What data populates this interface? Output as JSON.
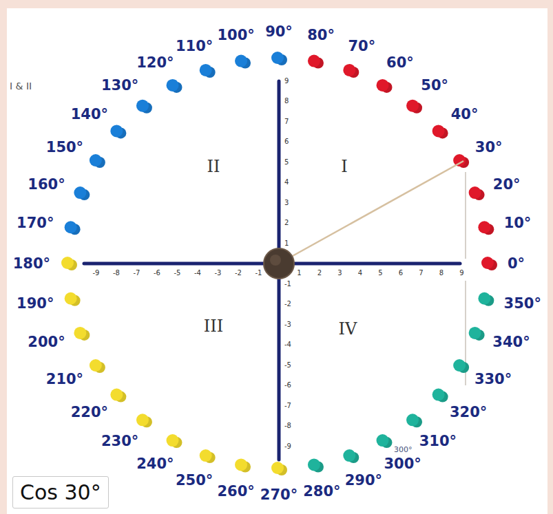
{
  "diagram": {
    "nodes": [
      {
        "text": [
          "Cos 30°"
        ]
      }
    ],
    "labels": [
      "0°",
      "10°",
      "20°",
      "30°",
      "40°",
      "50°",
      "60°",
      "70°",
      "80°",
      "90°",
      "100°",
      "110°",
      "120°",
      "130°",
      "140°",
      "150°",
      "160°",
      "170°",
      "180°",
      "190°",
      "200°",
      "210°",
      "220°",
      "230°",
      "240°",
      "250°",
      "260°",
      "270°",
      "280°",
      "290°",
      "300°",
      "310°",
      "320°",
      "330°",
      "340°",
      "350°",
      "300°",
      "I",
      "II",
      "III",
      "IV",
      "I & II",
      "-9",
      "-8",
      "-7",
      "-6",
      "-5",
      "-4",
      "-3",
      "-2",
      "-1",
      "1",
      "2",
      "3",
      "4",
      "5",
      "6",
      "7",
      "8",
      "9",
      "9",
      "8",
      "7",
      "6",
      "5",
      "4",
      "3",
      "2",
      "1",
      "-1",
      "-2",
      "-3",
      "-4",
      "-5",
      "-6",
      "-7",
      "-8",
      "-9"
    ]
  }
}
